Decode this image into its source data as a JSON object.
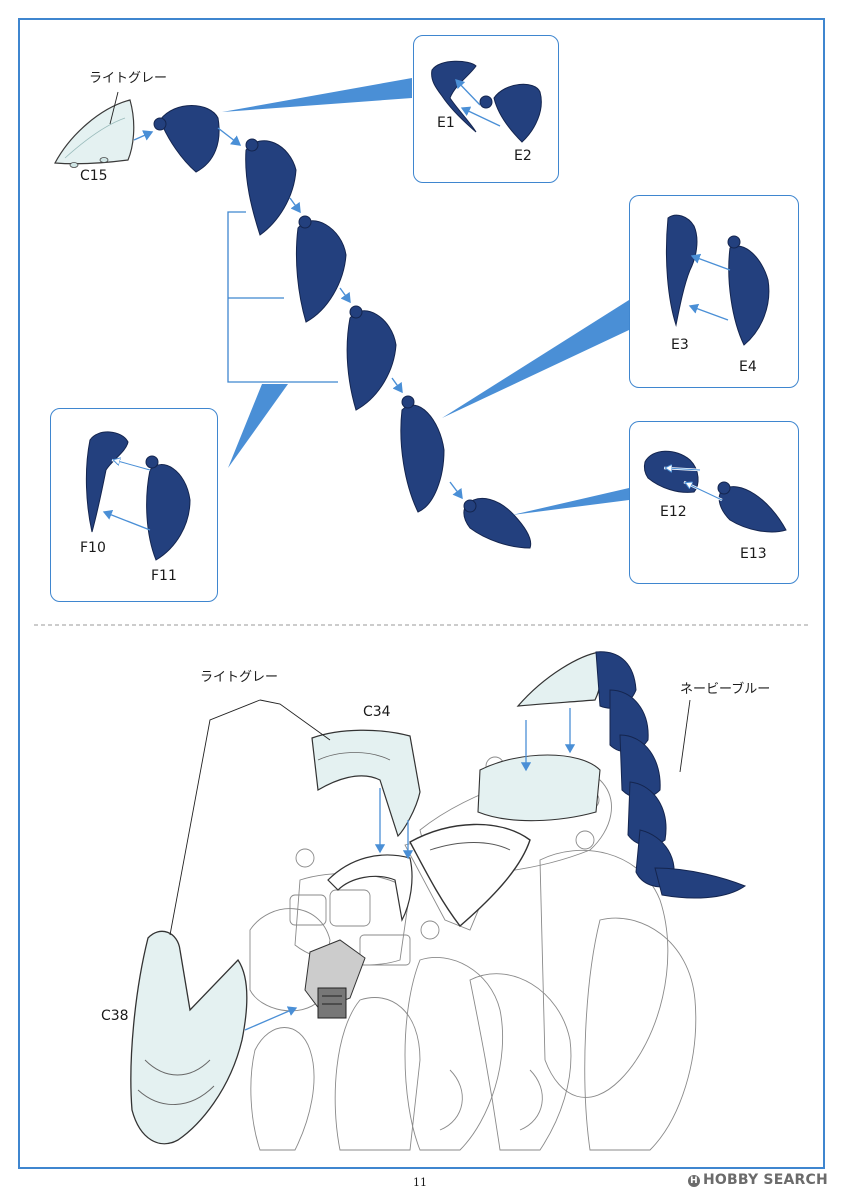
{
  "colors": {
    "navy": "#23407e",
    "light_gray_part": "#e4f1f1",
    "frame_blue": "#3f86cf",
    "arrow_blue": "#4a8fd6"
  },
  "step_a": {
    "label_light_gray": "ライトグレー",
    "parts": {
      "c15": "C15",
      "e1": "E1",
      "e2": "E2",
      "e3": "E3",
      "e4": "E4",
      "e12": "E12",
      "e13": "E13",
      "f10": "F10",
      "f11": "F11"
    }
  },
  "step_b": {
    "label_light_gray": "ライトグレー",
    "label_navy_blue": "ネービーブルー",
    "parts": {
      "c34": "C34",
      "c38": "C38"
    }
  },
  "footer": {
    "page_number": "11",
    "watermark": "HOBBY SEARCH",
    "watermark_icon": "H"
  }
}
